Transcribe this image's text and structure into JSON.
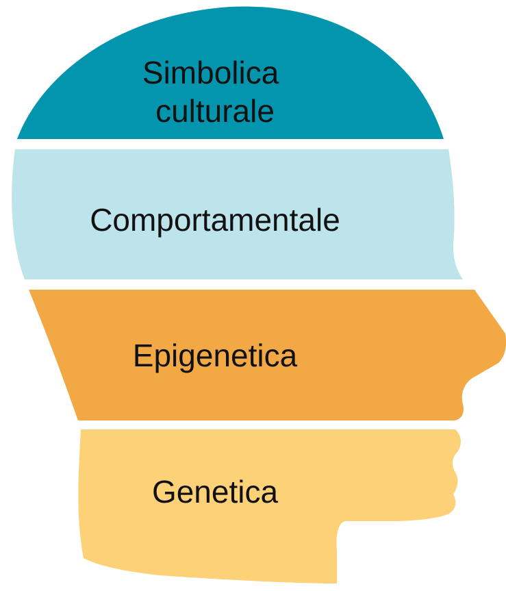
{
  "layers": [
    {
      "id": "simbolica",
      "lines": [
        "Simbolica",
        "culturale"
      ],
      "color": "#0395AE"
    },
    {
      "id": "comportamentale",
      "lines": [
        "Comportamentale"
      ],
      "color": "#BDE4EA"
    },
    {
      "id": "epigenetica",
      "lines": [
        "Epigenetica"
      ],
      "color": "#F2A945"
    },
    {
      "id": "genetica",
      "lines": [
        "Genetica"
      ],
      "color": "#FCD178"
    }
  ]
}
